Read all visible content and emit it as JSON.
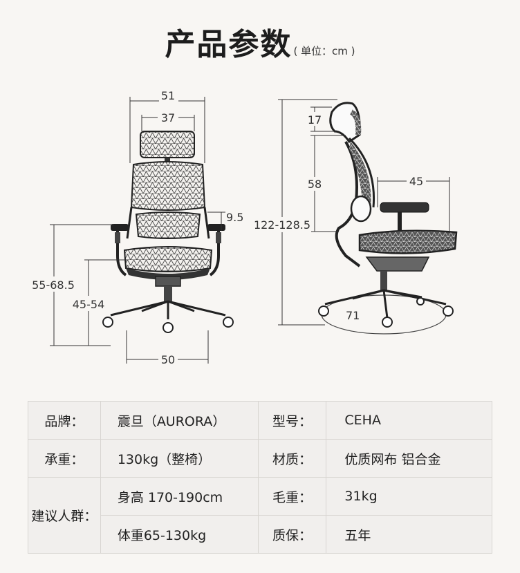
{
  "header": {
    "title": "产品参数",
    "unit": "( 单位：cm )"
  },
  "front_view": {
    "dims": {
      "total_width": "51",
      "headrest_width": "37",
      "armrest_height": "55-68.5",
      "seat_height": "45-54",
      "base_width": "50",
      "armrest_thickness": "9.5"
    }
  },
  "side_view": {
    "dims": {
      "headrest_height": "17",
      "backrest_height": "58",
      "total_height": "122-128.5",
      "seat_depth": "45",
      "base_diameter": "71"
    }
  },
  "specs": {
    "rows": [
      {
        "label1": "品牌：",
        "value1": "震旦（AURORA）",
        "label2": "型号：",
        "value2": "CEHA"
      },
      {
        "label1": "承重：",
        "value1": "130kg（整椅）",
        "label2": "材质：",
        "value2": "优质网布  铝合金"
      },
      {
        "label1": "建议人群：",
        "value1": "身高 170-190cm",
        "label2": "毛重：",
        "value2": "31kg"
      },
      {
        "label1": "",
        "value1": "体重65-130kg",
        "label2": "质保：",
        "value2": "五年"
      }
    ]
  },
  "colors": {
    "background": "#f8f6f3",
    "table_bg": "#f1efed",
    "line": "#333333",
    "chair_frame": "#2a2a2a"
  }
}
